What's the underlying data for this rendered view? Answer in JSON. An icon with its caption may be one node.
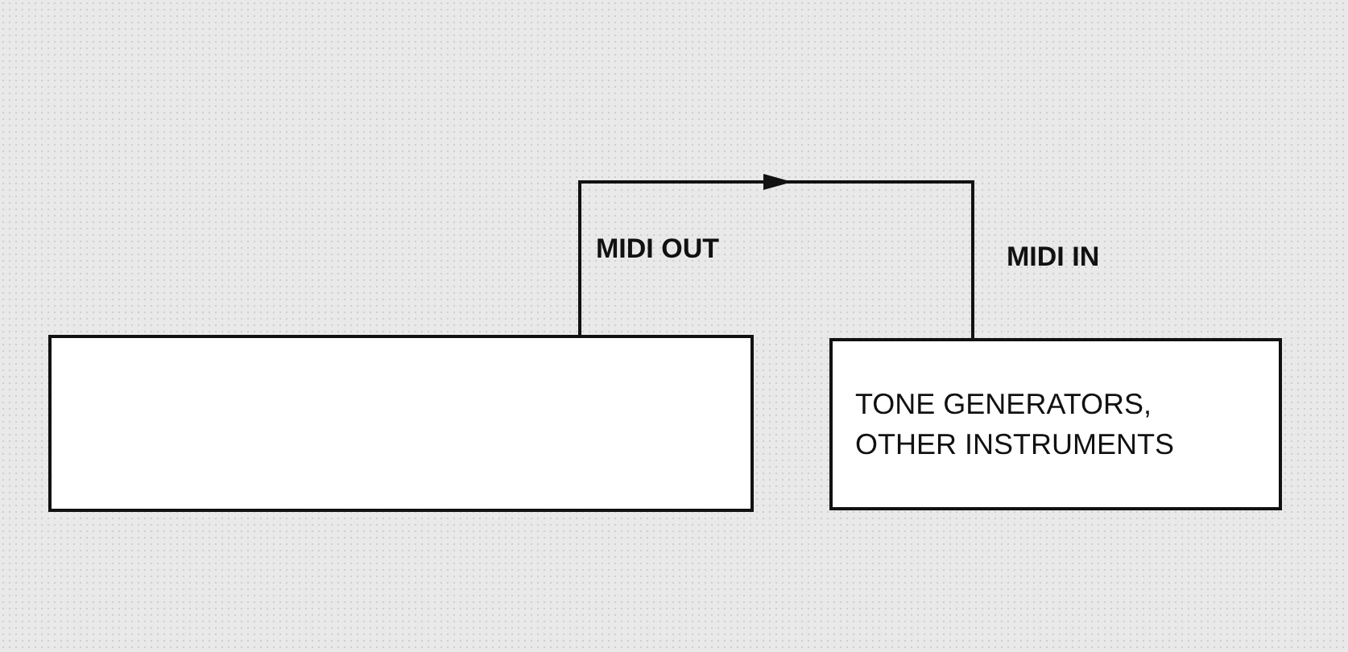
{
  "diagram": {
    "nodes": [
      {
        "text": [],
        "shape": "box"
      },
      {
        "text": [
          "TONE GENERATORS, OTHER INSTRUMENTS"
        ]
      }
    ],
    "edges": [
      {
        "from": 0,
        "to": 1,
        "arrow": "to"
      }
    ],
    "labels": [
      "MIDI OUT",
      "MIDI IN"
    ]
  }
}
